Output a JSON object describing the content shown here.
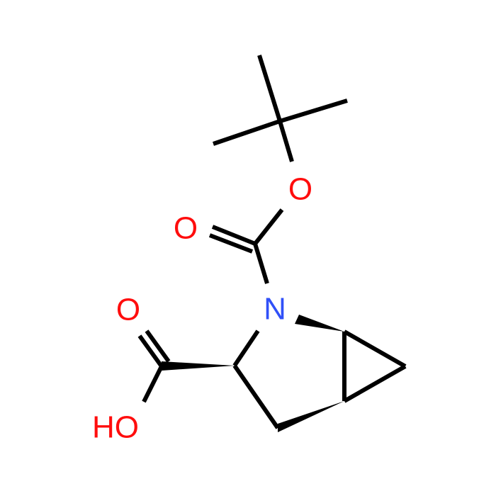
{
  "colors": {
    "background": "#ffffff",
    "bond": "#000000",
    "oxygen": "#ff0d0d",
    "nitrogen": "#3050f8"
  },
  "atoms": {
    "ether_oxygen": "O",
    "carbonyl_oxygen": "O",
    "nitrogen": "N",
    "acid_carbonyl_oxygen": "O",
    "hydroxyl": "HO"
  }
}
